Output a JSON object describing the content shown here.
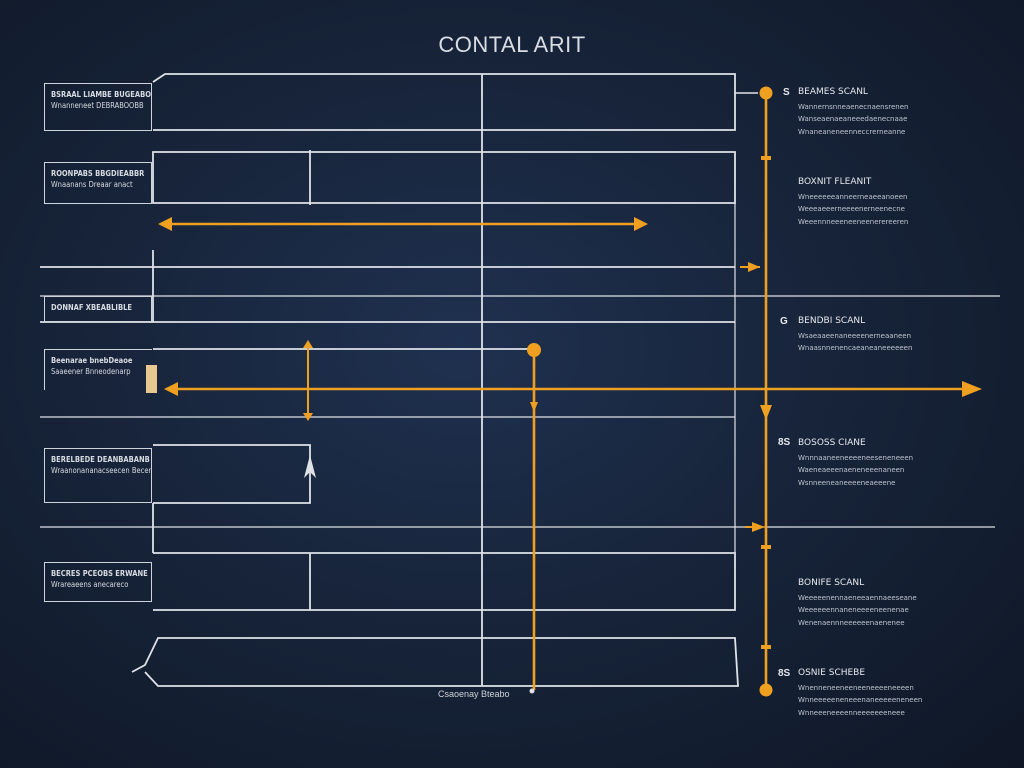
{
  "title": "CONTAL ARIT",
  "left_labels": [
    {
      "line1": "BSRAAL LIAMBE BUGEABO",
      "line2": "Wnanneneet DEBRABOOBB"
    },
    {
      "line1": "ROONPABS BBGDIEABBR",
      "line2": "Wnaanans Dreaar anact"
    },
    {
      "line1": "DONNAF XBEABLIBLE",
      "line2": ""
    },
    {
      "line1": "Beenarae bnebDeaoe",
      "line2": "Saaeener Bnneodenarp"
    },
    {
      "line1": "BERELBEDE DEANBABANB",
      "line2": "Wraanonananacseecen Becenbo"
    },
    {
      "line1": "BECRES PCEOBS ERWANE",
      "line2": "Wrareaeens anecareco"
    }
  ],
  "notes": [
    {
      "num": "S",
      "heading": "BEAMES SCANL",
      "lines": [
        "Wannernsnneaenecnaensrenen",
        "Wanseaenaeaneeedaenecnaae",
        "Wnaneaneneenneccrerneanne"
      ]
    },
    {
      "num": "",
      "heading": "BOXNIT FLEANIT",
      "lines": [
        "Wneeeeeeanneerneaeeanoeen",
        "Weeeaeeerneeeenerneenecne",
        "Weeennneeeneeneenerereeren"
      ]
    },
    {
      "num": "G",
      "heading": "BENDBI SCANL",
      "lines": [
        "Wsaeaaeenaneeeenerneaaneen",
        "Wnaasnnenencaeaneaneeeeeen"
      ]
    },
    {
      "num": "8S",
      "heading": "BOSOSS CIANE",
      "lines": [
        "Wnnnaaneeneeeeneeseneneeen",
        "Waeneaeeenaeneneeenaneen",
        "Wsnneeneaneeeeneaeeene"
      ]
    },
    {
      "num": "",
      "heading": "BONIFE SCANL",
      "lines": [
        "Weeeeenennaeneeaennaeeseane",
        "Weeeeeennaneneeeeneenenae",
        "Wenenaennneeeeeenaenenee"
      ]
    },
    {
      "num": "8S",
      "heading": "OSNIE SCHEBE",
      "lines": [
        "Wnenneneeneeneeneeeeneeeen",
        "Wnneeeeeneneeenaneeeeeneneen",
        "Wnneeeneeeenneeeeeeeneee"
      ]
    }
  ],
  "footer": "Csaoenay Bteabo",
  "colors": {
    "background": "#17243a",
    "line": "#dfe2e7",
    "accent": "#f0a020"
  }
}
